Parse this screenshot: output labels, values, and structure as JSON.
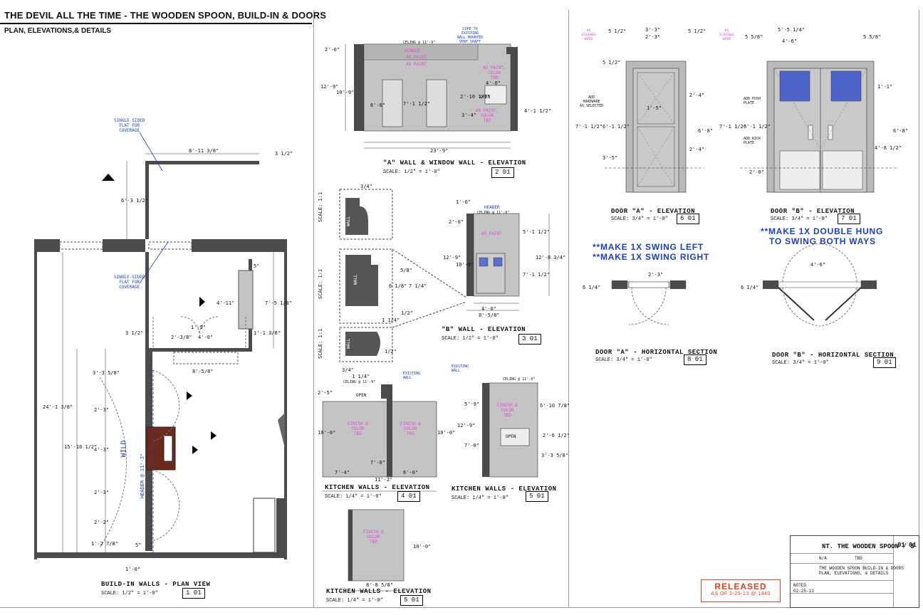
{
  "sheet": {
    "title": "THE DEVIL ALL THE TIME - THE WOODEN SPOON, BUILD-IN & DOORS",
    "subtitle": "PLAN, ELEVATIONS,& DETAILS"
  },
  "views": {
    "plan": {
      "title": "BUILD-IN WALLS - PLAN VIEW",
      "scale": "SCALE: 1/2\" = 1'-0\"",
      "tag": "1  01"
    },
    "a_wall": {
      "title": "\"A\" WALL & WINDOW WALL - ELEVATION",
      "scale": "SCALE: 1/2\" = 1'-0\"",
      "tag": "2  01"
    },
    "b_wall": {
      "title": "\"B\" WALL - ELEVATION",
      "scale": "SCALE: 1/2\" = 1'-0\"",
      "tag": "3  01"
    },
    "kitchen1": {
      "title": "KITCHEN WALLS - ELEVATION",
      "scale": "SCALE: 1/4\" = 1'-0\"",
      "tag": "4  01"
    },
    "kitchen2": {
      "title": "KITCHEN WALLS - ELEVATION",
      "scale": "SCALE: 1/4\" = 1'-0\"",
      "tag": "5  01"
    },
    "kitchen3": {
      "title": "KITCHEN WALLS - ELEVATION",
      "scale": "SCALE: 1/4\" = 1'-0\"",
      "tag": "5  01"
    },
    "door_a": {
      "title": "DOOR \"A\" - ELEVATION",
      "scale": "SCALE: 3/4\" = 1'-0\"",
      "tag": "6  01"
    },
    "door_b": {
      "title": "DOOR \"B\" - ELEVATION",
      "scale": "SCALE: 3/4\" = 1'-0\"",
      "tag": "7  01"
    },
    "sec_a": {
      "title": "DOOR \"A\" - HORIZONTAL SECTION",
      "scale": "SCALE: 3/4\" = 1'-0\"",
      "tag": "8  01"
    },
    "sec_b": {
      "title": "DOOR \"B\" - HORIZONTAL SECTION",
      "scale": "SCALE: 3/4\" = 1'-0\"",
      "tag": "9  01"
    }
  },
  "notes": {
    "swing_a_line1": "**MAKE 1X SWING LEFT",
    "swing_a_line2": "**MAKE 1X SWING RIGHT",
    "swing_b_line1": "**MAKE 1X DOUBLE HUNG",
    "swing_b_line2": "TO SWING BOTH WAYS",
    "flat1": "SINGLE-SIDED\nFLAT FOR\nCOVERAGE",
    "wild": "WILD",
    "header_scene": "CELING @ 11'-9\"",
    "header": "HEADER",
    "cope": "COPE TO\nEXISTING\nWALL-MOUNTED\nVENT SHAFT",
    "as_paint": "AS PAINT",
    "as_paint_color": "AS PAINT,\nCOLOR\nTBD",
    "finish_color": "FINISH &\nCOLOR\nTBD",
    "open": "OPEN",
    "existing_wall": "EXISTING\nWALL",
    "as_stained": "AS\nSTAINED\nWOOD",
    "add_hardware": "ADD\nHARDWARE\nAS SELECTED",
    "add_push": "ADD PUSH\nPLATE",
    "add_kick": "ADD KICK\nPLATE",
    "scale_11": "SCALE: 1:1",
    "wall": "WALL"
  },
  "dims": {
    "plan_top": "8'-11 3/8\"",
    "plan_right_top": "3 1/2\"",
    "plan_vert1": "6'-3 1/2\"",
    "plan_total": "24'-1 3/8\"",
    "plan_15": "15'-10 1/2\"",
    "plan_333": "3'-3 5/8\"",
    "plan_23a": "2'-3\"",
    "plan_43": "4'-3\"",
    "plan_23b": "2'-3\"",
    "plan_22": "2'-2\"",
    "plan_12": "1'-2 7/8\"",
    "plan_41": "4'-11\"",
    "plan_75": "7'-5 1/8\"",
    "plan_113": "1'-1 3/8\"",
    "plan_238": "2'-3/8\"",
    "plan_31": "3 1/2\"",
    "plan_4": "4'-0\"",
    "plan_858": "8'-5/8\"",
    "plan_19": "1'-9\"",
    "plan_5a": "5\"",
    "plan_5b": "5\"",
    "plan_1": "1'-0\"",
    "plan_header": "HEADER @ 11'-3\"",
    "a_total": "23'-9\"",
    "a_20": "2'-0\"",
    "a_129": "12'-9\"",
    "a_109": "10'-9\"",
    "a_68": "6'-8\"",
    "a_71": "7'-1 1/2\"",
    "a_41": "4'-1 1/2\"",
    "a_34": "3'-4\"",
    "a_21": "2'-10 1/2\"",
    "a_40": "4'-0\"",
    "b_10": "1'-0\"",
    "b_20": "2'-0\"",
    "b_51": "5'-1 1/2\"",
    "b_128": "12'-8 3/4\"",
    "b_129": "12'-9\"",
    "b_109": "10'-9\"",
    "b_71": "7'-1 1/2\"",
    "b_40": "4'-0\"",
    "b_858": "8'-5/8\"",
    "d34": "3/4\"",
    "d58": "5/8\"",
    "d618": "6 1/8\"",
    "d714": "7 1/4\"",
    "d12": "1/2\"",
    "d114": "1 1/4\"",
    "k_25": "2'-5\"",
    "k_10": "10'-0\"",
    "k_70": "7'-0\"",
    "k_74": "7'-4\"",
    "k_60": "6'-0\"",
    "k_112": "11'-2\"",
    "k2_59": "5'-9\"",
    "k2_129": "12'-9\"",
    "k2_610": "6'-10 7/8\"",
    "k2_26": "2'-6 1/2\"",
    "k2_33": "3'-3 5/8\"",
    "k2_70": "7'-0\"",
    "k3_10": "10'-0\"",
    "k3_88": "8'-8 5/8\"",
    "da_top": "3'-3\"",
    "da_51a": "5 1/2\"",
    "da_51b": "5 1/2\"",
    "da_23": "2'-3\"",
    "da_24a": "2'-4\"",
    "da_24b": "2'-4\"",
    "da_71": "7'-1 1/2\"",
    "da_61": "6'-1 1/2\"",
    "da_68": "6'-8\"",
    "da_35": "3'-5\"",
    "da_15": "1'-5\"",
    "db_top": "5'-5 1/4\"",
    "db_46": "4'-6\"",
    "db_558a": "5 5/8\"",
    "db_558b": "5 5/8\"",
    "db_71": "7'-1 1/2\"",
    "db_61": "6'-1 1/2\"",
    "db_68": "6'-8\"",
    "db_48": "4'-8 1/2\"",
    "db_11": "1'-1\"",
    "db_20": "2'-0\"",
    "sa_23": "2'-3\"",
    "sa_14": "6 1/4\"",
    "sb_46": "4'-6\"",
    "sb_14": "6 1/4\""
  },
  "title_block": {
    "project": "NT. THE WOODEN SPOON / 3",
    "drawing_title": "THE WOODEN SPOON BUILD-IN & DOORS\nPLAN, ELEVATIONS, & DETAILS",
    "sheet_no": "01",
    "of": "01",
    "date": "02-25-13",
    "scale": "NOTED",
    "episode": "N/A",
    "set": "TBD"
  },
  "released": {
    "line1": "RELEASED",
    "line2": "AS OF 2-25-13 @ 1440"
  },
  "colors": {
    "wall": "#4b4b4b",
    "fill": "#c4c4c4",
    "pink": "#e04ad8",
    "blue": "#1a3dcc",
    "red": "#e0401c"
  }
}
